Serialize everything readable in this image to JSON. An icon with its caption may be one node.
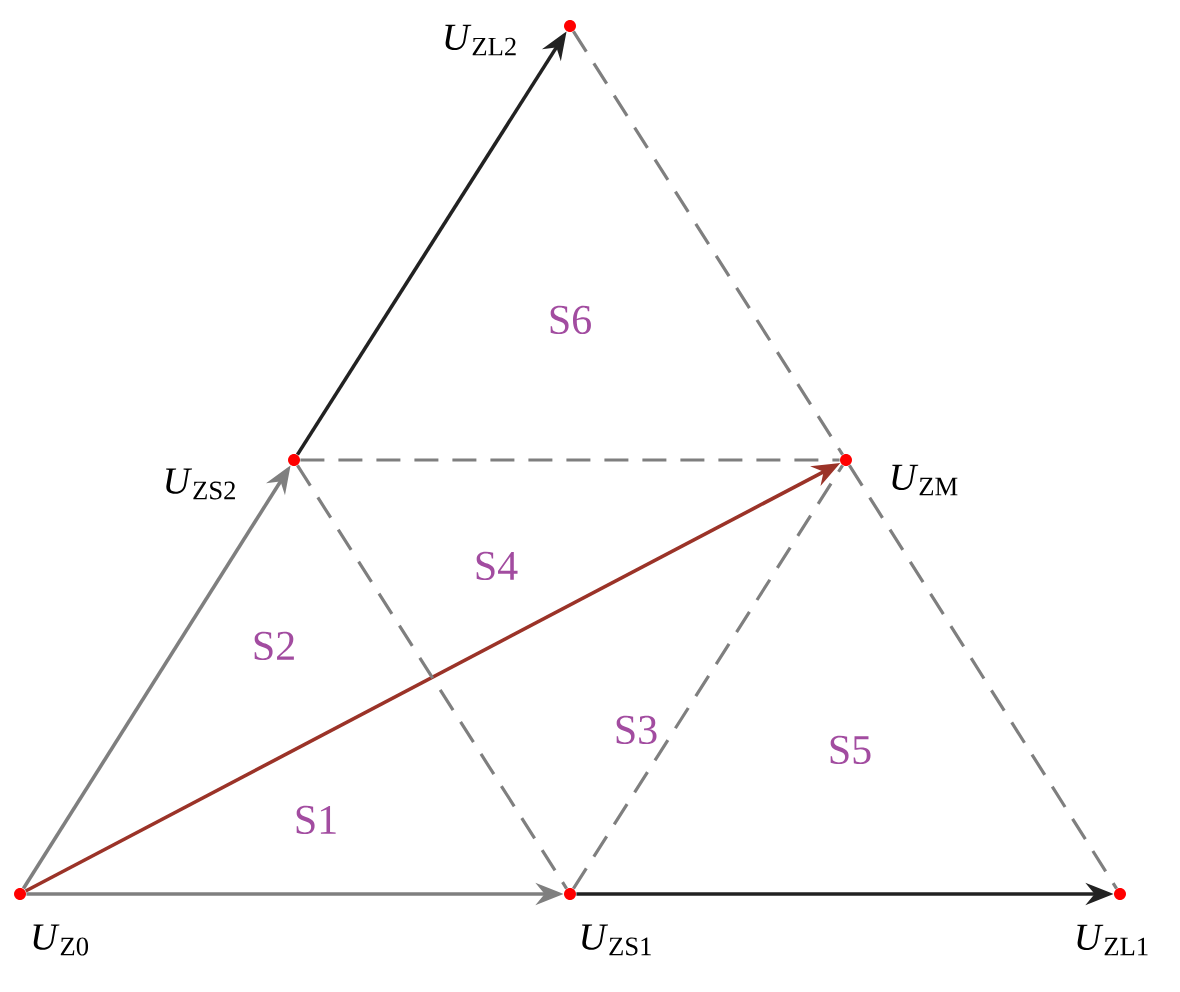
{
  "diagram": {
    "nodes": [
      {
        "text": [],
        "shape": "circle",
        "beside": [
          "*U*$_{Z0}$"
        ]
      },
      {
        "text": [],
        "shape": "circle",
        "beside": [
          "*U*$_{ZS1}$"
        ]
      },
      {
        "text": [],
        "shape": "circle",
        "beside": [
          "*U*$_{ZL1}$"
        ]
      },
      {
        "text": [],
        "shape": "circle",
        "beside": [
          "*U*$_{ZS2}$"
        ]
      },
      {
        "text": [],
        "shape": "circle",
        "beside": [
          "*U*$_{ZM}$"
        ]
      },
      {
        "text": [],
        "shape": "circle",
        "beside": [
          "*U*$_{ZL2}$"
        ]
      }
    ],
    "edges": [
      {
        "from": 0,
        "to": 1,
        "arrow": "to"
      },
      {
        "from": 1,
        "to": 2,
        "arrow": "to",
        "color": "#222222"
      },
      {
        "from": 0,
        "to": 3,
        "arrow": "to"
      },
      {
        "from": 3,
        "to": 5,
        "arrow": "to",
        "color": "#222222"
      },
      {
        "from": 0,
        "to": 4,
        "arrow": "to",
        "color": "#9b3328"
      },
      {
        "from": 3,
        "to": 4,
        "arrow": "none",
        "style": "dashed"
      },
      {
        "from": 3,
        "to": 1,
        "arrow": "none",
        "style": "dashed"
      },
      {
        "from": 1,
        "to": 4,
        "arrow": "none",
        "style": "dashed"
      },
      {
        "from": 5,
        "to": 4,
        "arrow": "none",
        "style": "dashed"
      },
      {
        "from": 4,
        "to": 2,
        "arrow": "none",
        "style": "dashed"
      }
    ],
    "labels": [
      "S6",
      "S4",
      "S2",
      "S3",
      "S5",
      "S1"
    ]
  }
}
